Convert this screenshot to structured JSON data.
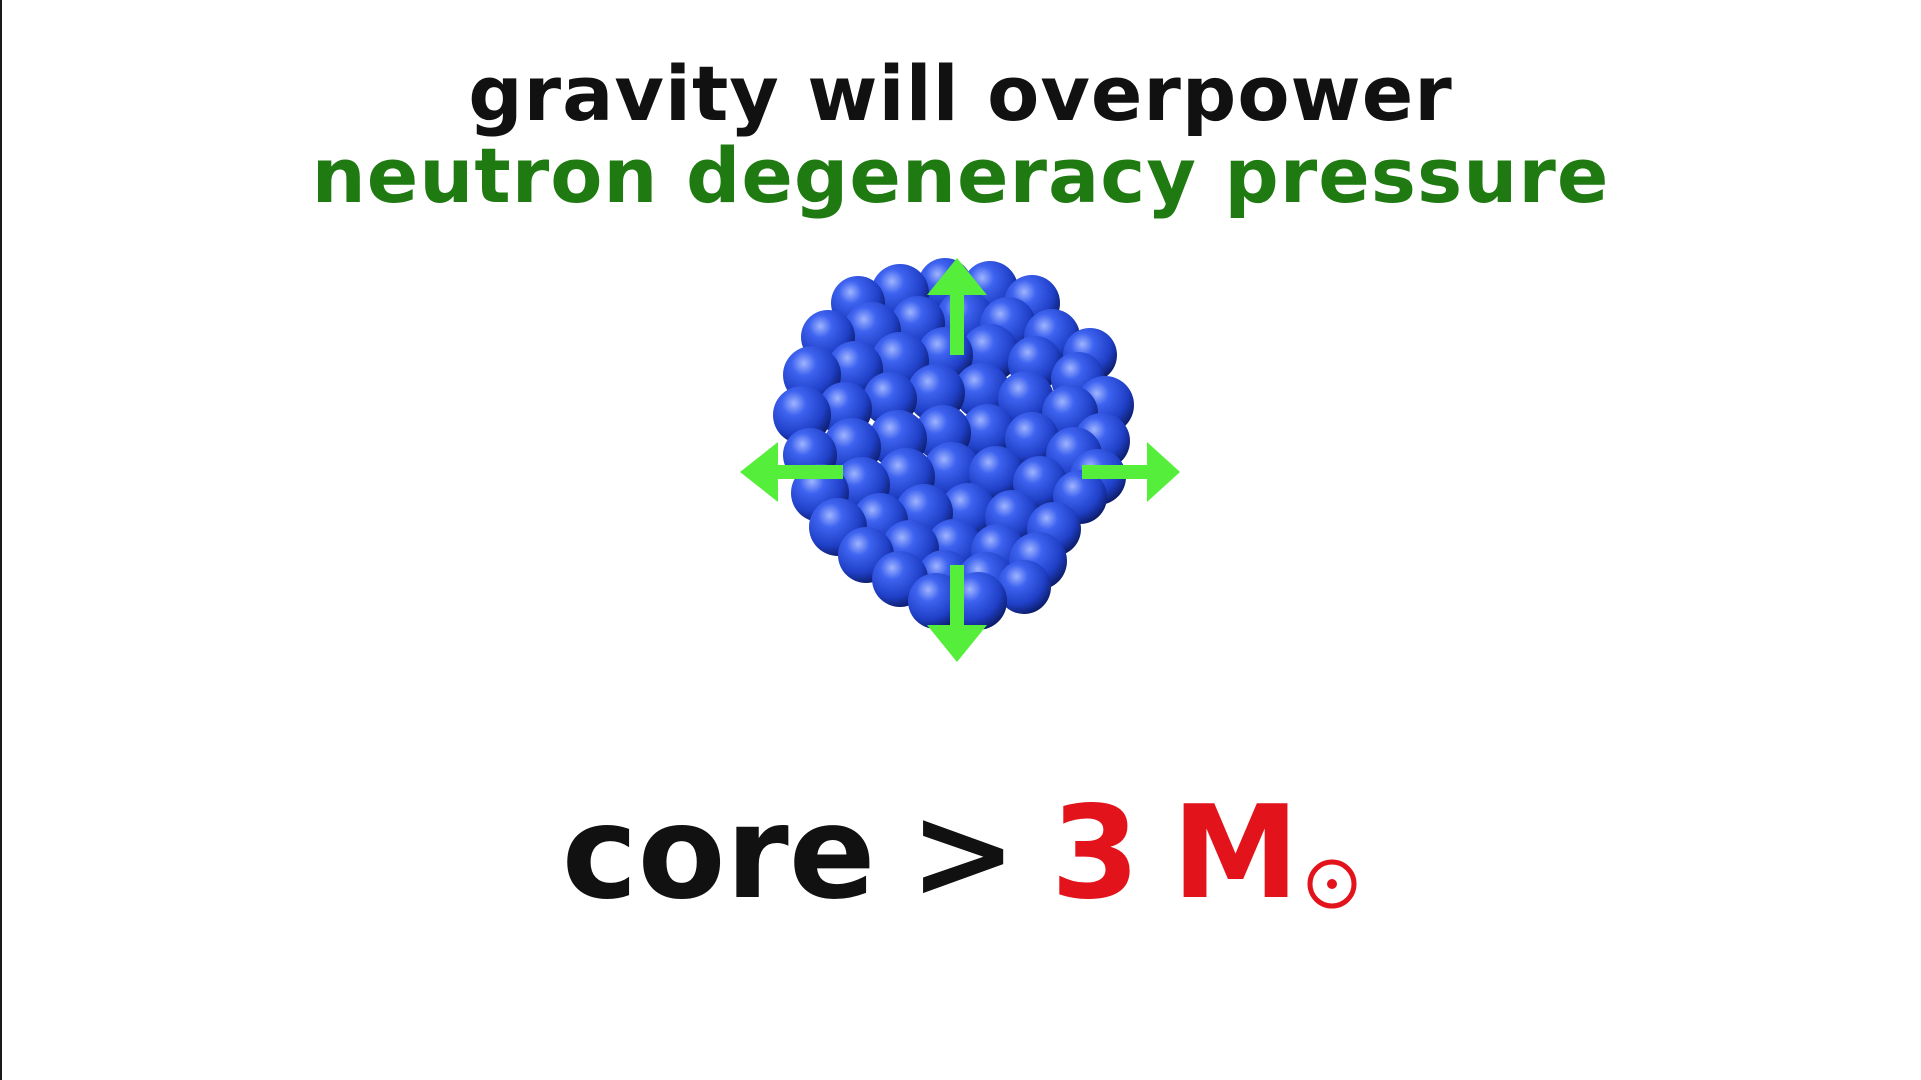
{
  "title": {
    "line1": "gravity will overpower",
    "line2": "neutron degeneracy pressure"
  },
  "illustration": {
    "icon": "neutron-cluster-icon",
    "arrows": [
      "arrow-up-icon",
      "arrow-down-icon",
      "arrow-left-icon",
      "arrow-right-icon"
    ],
    "sphere_color": "#2a4bd8",
    "arrow_color": "#55ee3a"
  },
  "formula": {
    "lhs": "core",
    "operator": ">",
    "value": "3",
    "unit": "M",
    "unit_subscript_icon": "solar-mass-symbol-icon"
  },
  "colors": {
    "title_line1": "#111111",
    "title_line2": "#1f7a12",
    "formula_lhs": "#111111",
    "formula_value": "#e2131b"
  }
}
